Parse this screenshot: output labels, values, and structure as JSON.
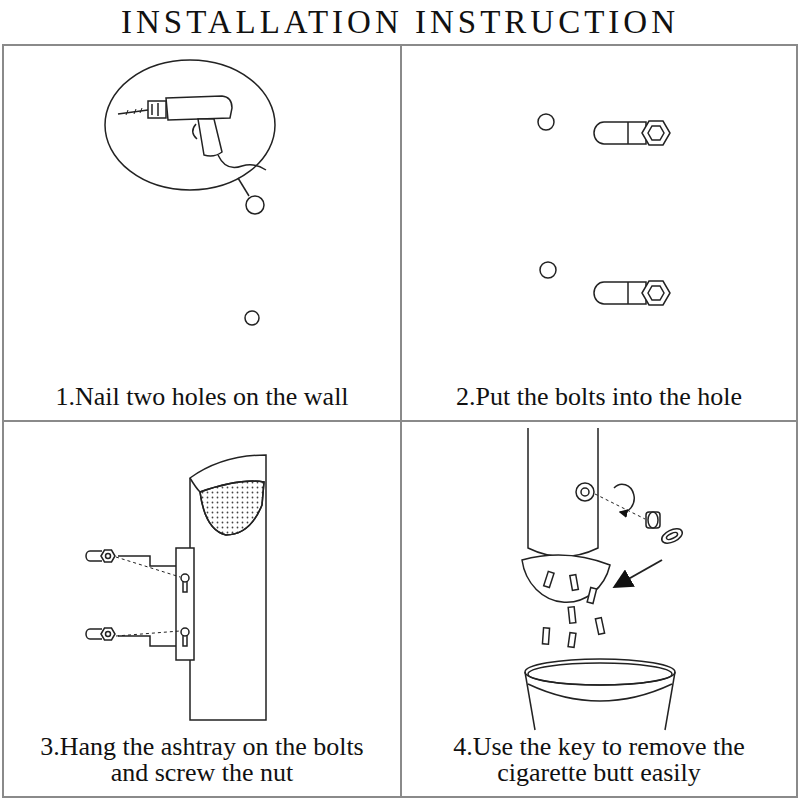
{
  "diagram": {
    "title": "INSTALLATION INSTRUCTION",
    "nodes": [
      {
        "text": [
          "1.Nail two holes on the wall"
        ]
      },
      {
        "text": [
          "2.Put the bolts into the hole"
        ]
      },
      {
        "text": [
          "3.Hang the ashtray on the bolts and screw the nut"
        ]
      },
      {
        "text": [
          "4.Use the key to remove the cigarette butt easily"
        ]
      }
    ]
  }
}
